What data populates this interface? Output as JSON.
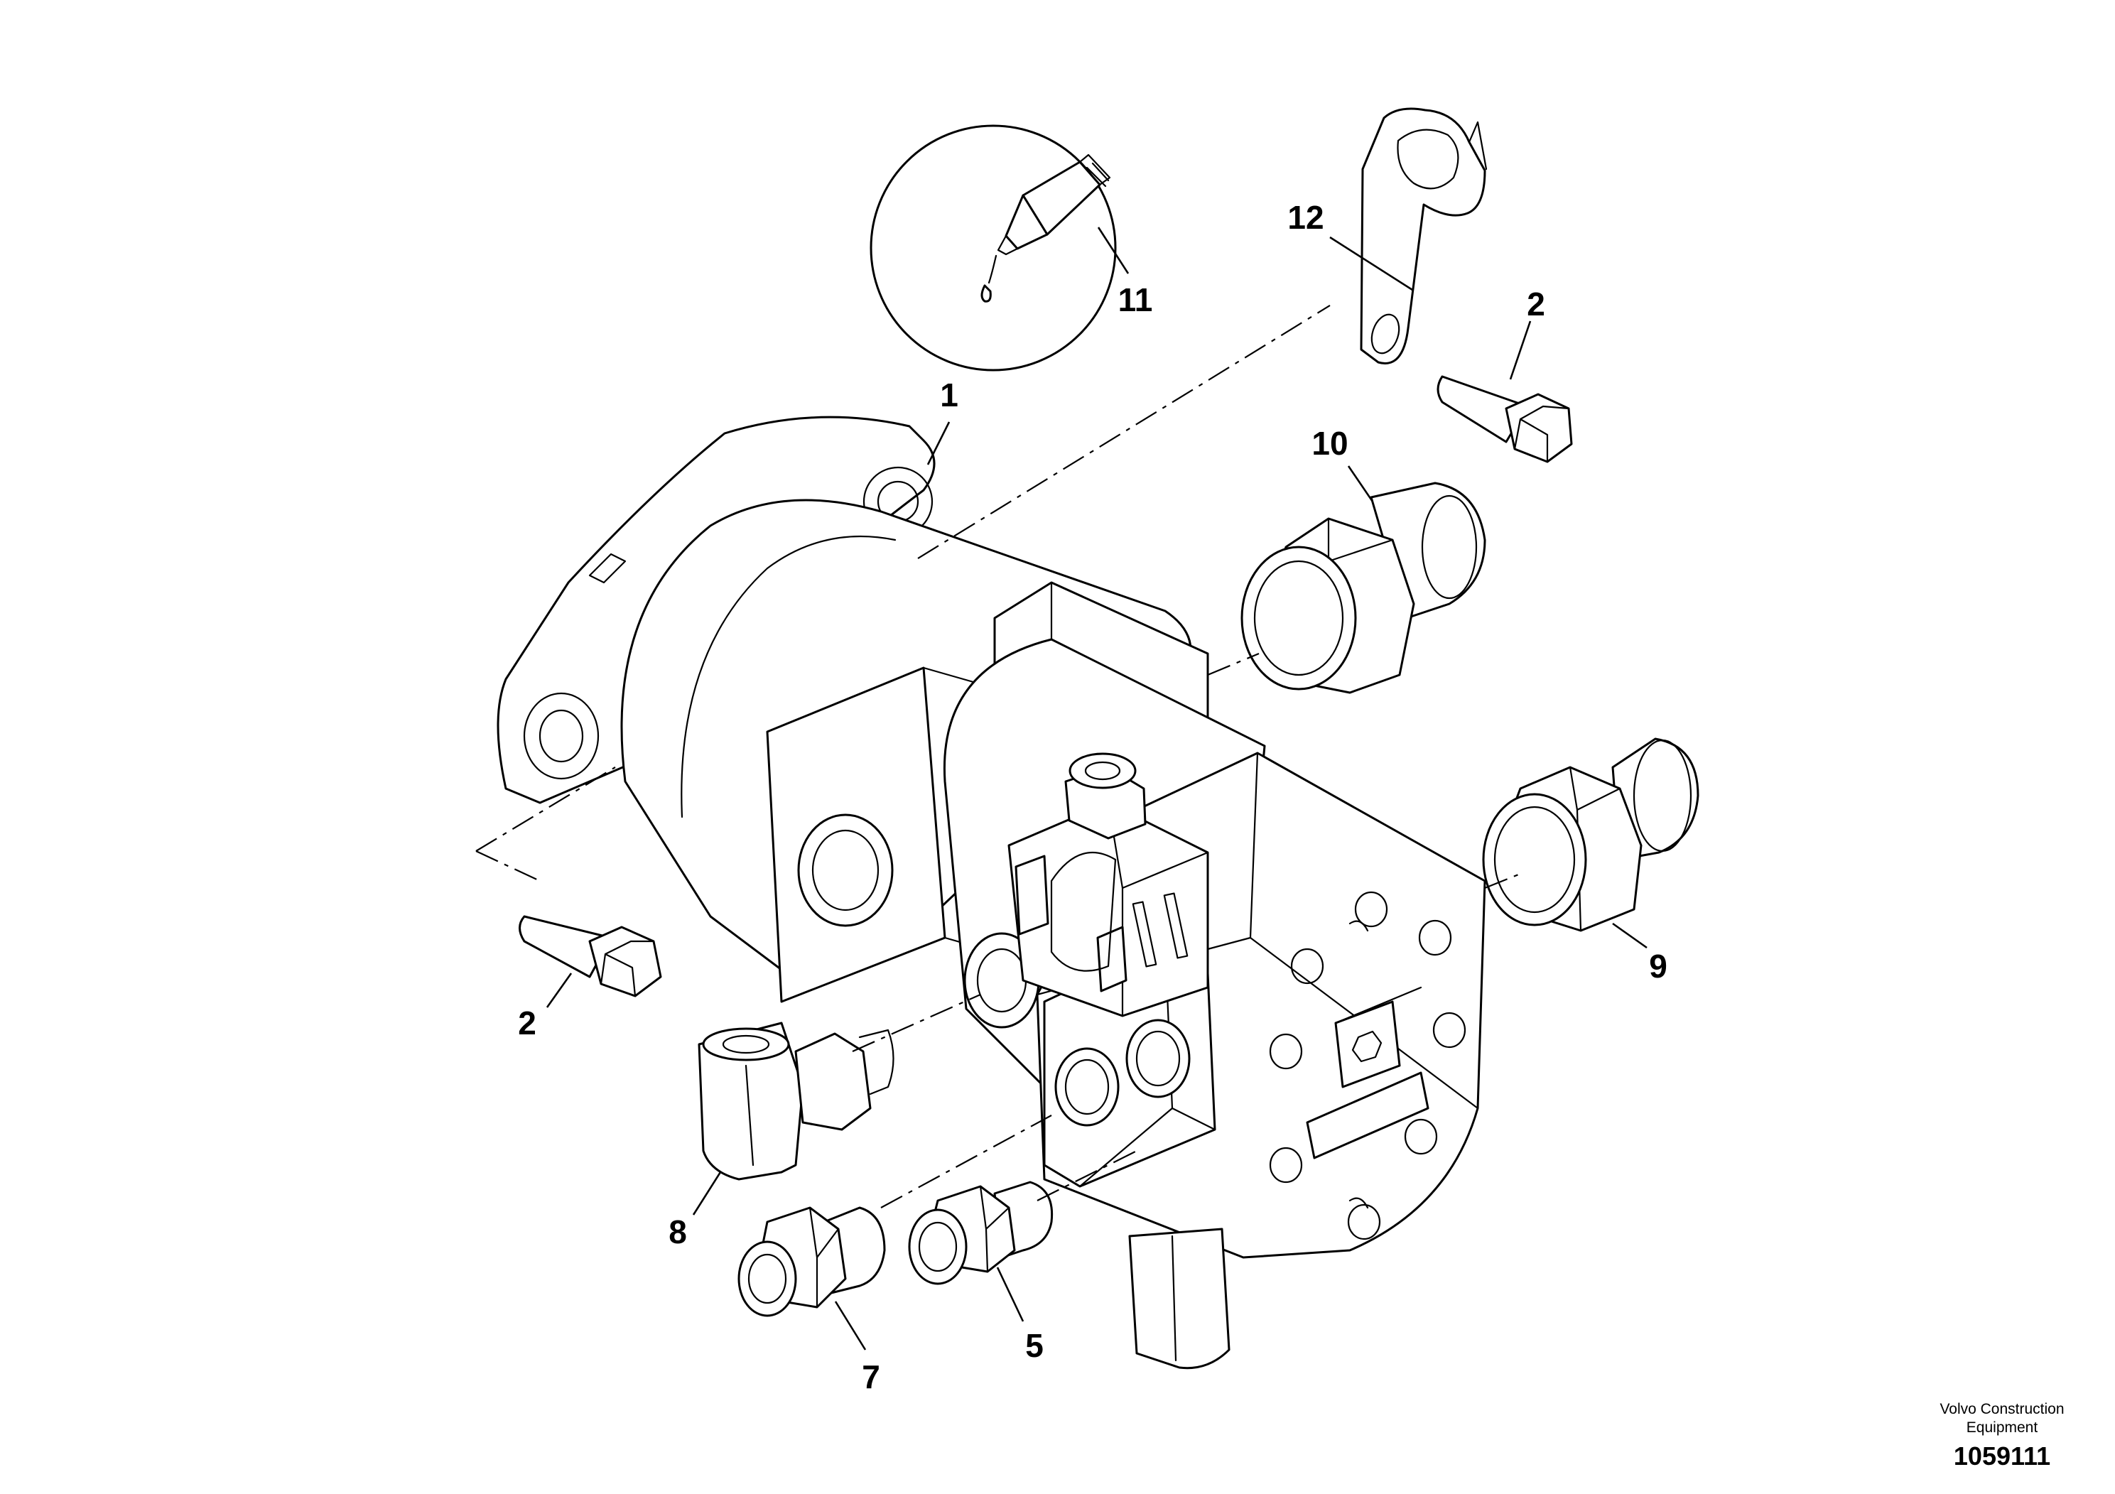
{
  "callouts": {
    "c1": "1",
    "c2_top": "2",
    "c2_bottom": "2",
    "c5": "5",
    "c7": "7",
    "c8": "8",
    "c9": "9",
    "c10": "10",
    "c11": "11",
    "c12": "12"
  },
  "footer": {
    "credit_line1": "Volvo Construction",
    "credit_line2": "Equipment",
    "doc_number": "1059111"
  }
}
